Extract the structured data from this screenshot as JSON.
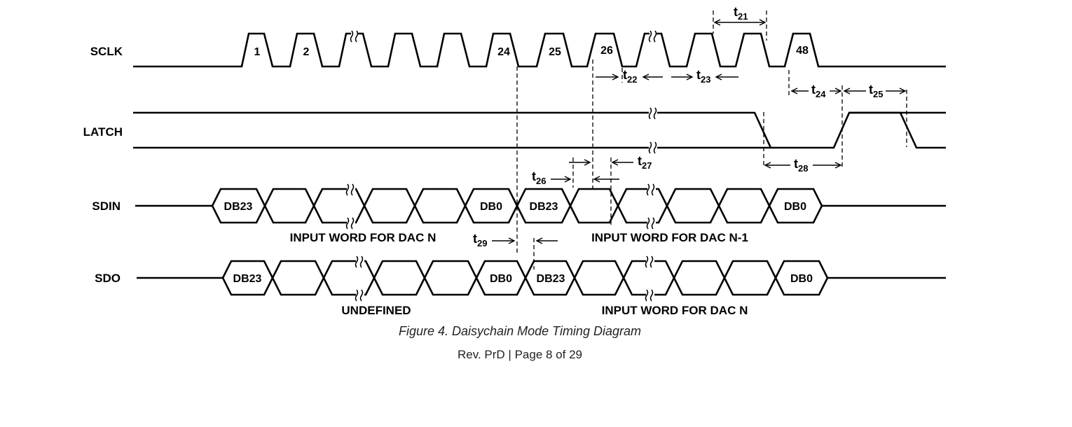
{
  "signals": {
    "sclk": "SCLK",
    "latch": "LATCH",
    "sdin": "SDIN",
    "sdo": "SDO"
  },
  "sclk_pulses": [
    "1",
    "2",
    "24",
    "25",
    "26",
    "48"
  ],
  "sdin_cells": [
    "DB23",
    "DB0",
    "DB23",
    "DB0"
  ],
  "sdo_cells": [
    "DB23",
    "DB0",
    "DB23",
    "DB0"
  ],
  "word_labels": {
    "sdin_first": "INPUT WORD FOR DAC N",
    "sdin_second": "INPUT WORD FOR DAC N-1",
    "sdo_first": "UNDEFINED",
    "sdo_second": "INPUT WORD FOR DAC N"
  },
  "timing": [
    {
      "base": "t",
      "sub": "21"
    },
    {
      "base": "t",
      "sub": "22"
    },
    {
      "base": "t",
      "sub": "23"
    },
    {
      "base": "t",
      "sub": "24"
    },
    {
      "base": "t",
      "sub": "25"
    },
    {
      "base": "t",
      "sub": "26"
    },
    {
      "base": "t",
      "sub": "27"
    },
    {
      "base": "t",
      "sub": "28"
    },
    {
      "base": "t",
      "sub": "29"
    }
  ],
  "caption": "Figure 4. Daisychain Mode Timing Diagram",
  "footer": "Rev. PrD | Page 8 of 29"
}
